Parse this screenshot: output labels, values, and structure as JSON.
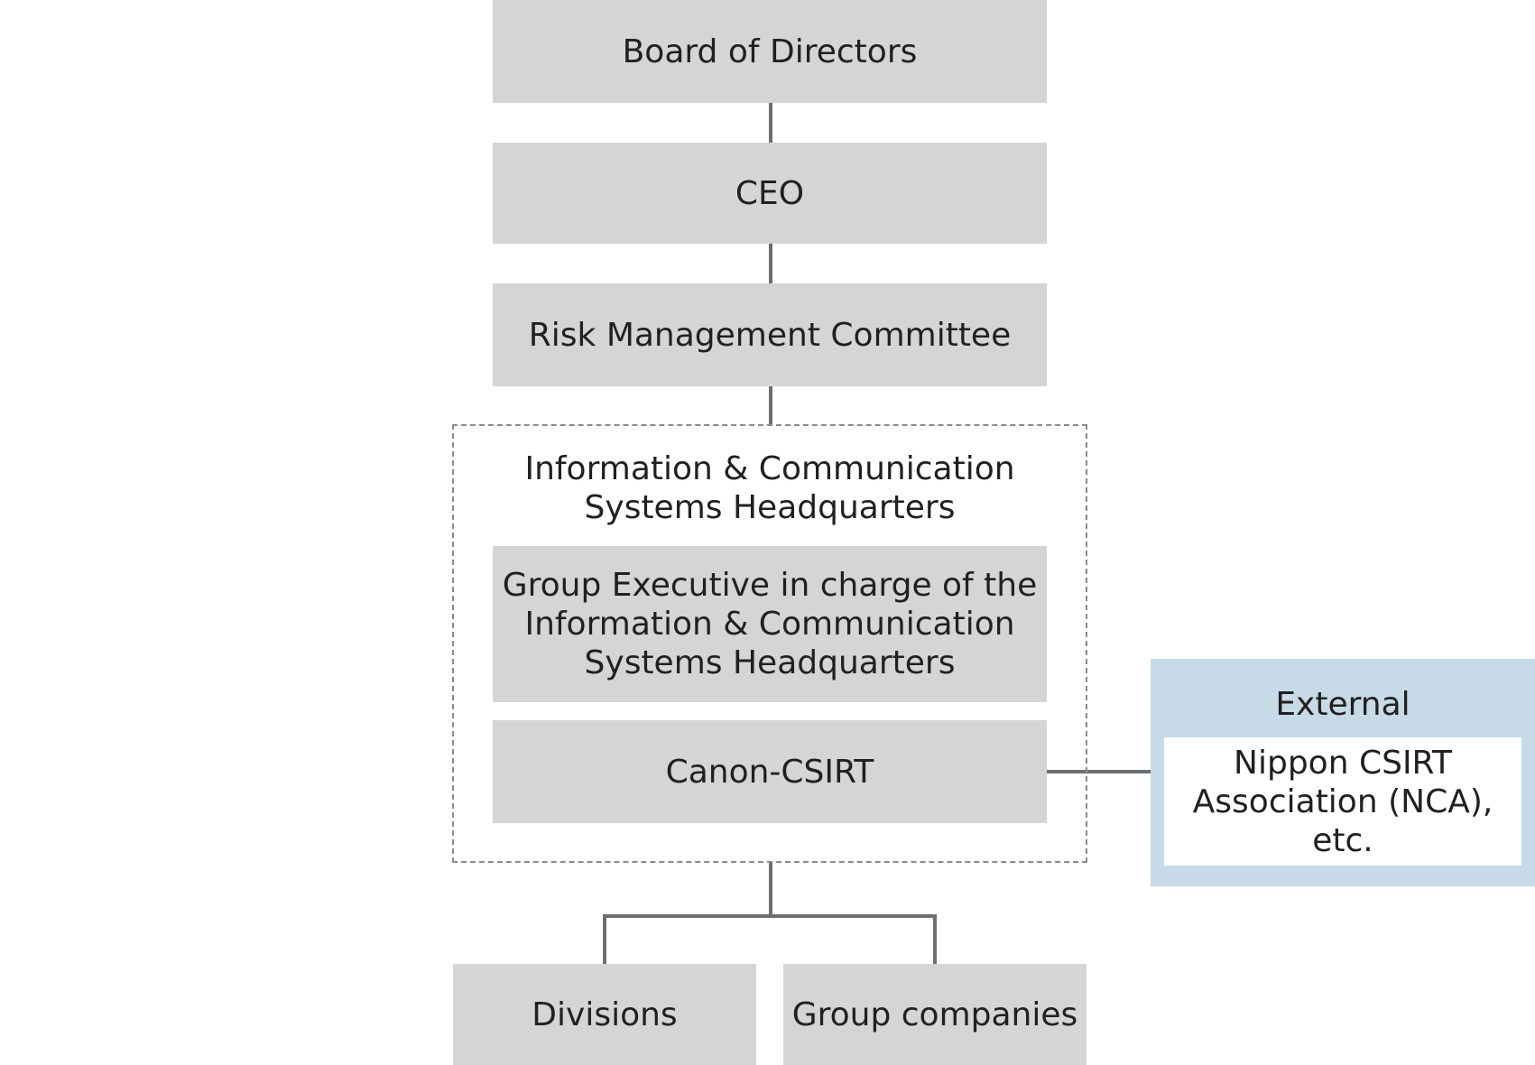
{
  "nodes": {
    "board": "Board of Directors",
    "ceo": "CEO",
    "risk_committee": "Risk Management Committee",
    "ics_headquarters": "Information & Communication\nSystems Headquarters",
    "group_executive": "Group Executive in charge of the\nInformation & Communication\nSystems Headquarters",
    "canon_csirt": "Canon-CSIRT",
    "divisions": "Divisions",
    "group_companies": "Group companies"
  },
  "external": {
    "title": "External",
    "body": "Nippon CSIRT\nAssociation (NCA), etc."
  },
  "colors": {
    "box_fill": "#d4d5d5",
    "connector": "#6d6e70",
    "external_fill": "#c6dbe7",
    "text": "#231f20"
  }
}
